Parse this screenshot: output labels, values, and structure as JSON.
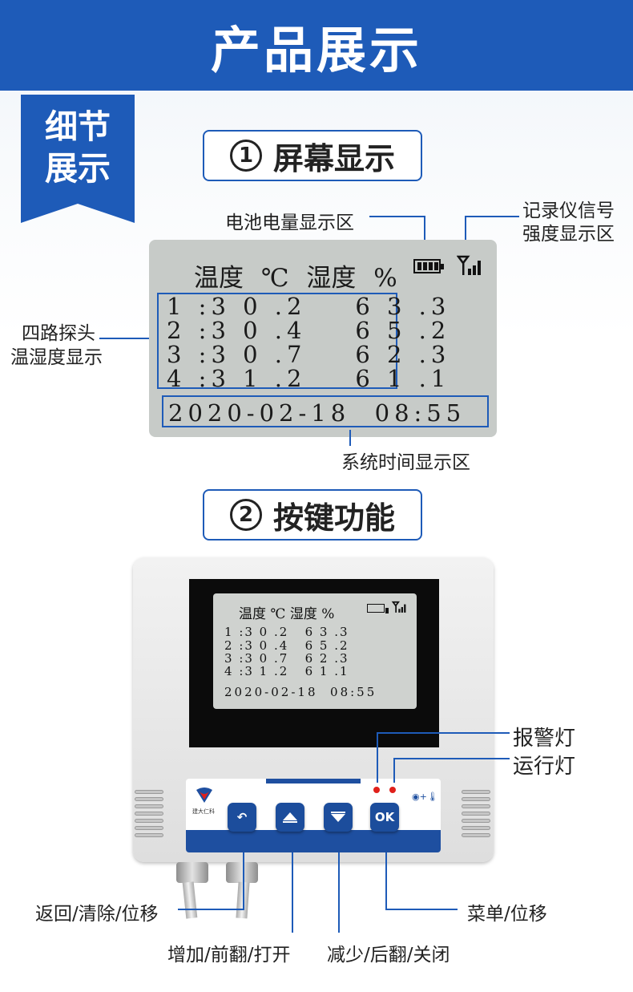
{
  "banner": {
    "title": "产品展示"
  },
  "badge": {
    "line1": "细节",
    "line2": "展示"
  },
  "section1": {
    "number": "1",
    "title": "屏幕显示"
  },
  "section2": {
    "number": "2",
    "title": "按键功能"
  },
  "callouts": {
    "battery": "电池电量显示区",
    "signal_line1": "记录仪信号",
    "signal_line2": "强度显示区",
    "probes_line1": "四路探头",
    "probes_line2": "温湿度显示",
    "time": "系统时间显示区",
    "alarm_led": "报警灯",
    "run_led": "运行灯",
    "back": "返回/清除/位移",
    "up": "增加/前翻/打开",
    "down": "减少/后翻/关闭",
    "menu": "菜单/位移"
  },
  "lcd": {
    "temp_label": "温度",
    "temp_unit": "℃",
    "hum_label": "湿度",
    "hum_unit": "%",
    "rows": [
      {
        "probe": "1",
        "temp": "3 0 .2",
        "hum": "6 3 .3"
      },
      {
        "probe": "2",
        "temp": "3 0 .4",
        "hum": "6 5 .2"
      },
      {
        "probe": "3",
        "temp": "3 0 .7",
        "hum": "6 2 .3"
      },
      {
        "probe": "4",
        "temp": "3 1 .2",
        "hum": "6 1 .1"
      }
    ],
    "datetime": "2020-02-18  08:55",
    "battery_icon": "battery-icon",
    "signal_icon": "signal-icon"
  },
  "device": {
    "ok_label": "OK",
    "brand_text": "建大仁科",
    "colors": {
      "accent": "#1e5bb8",
      "button": "#1c4d9c",
      "led": "#e0201b"
    }
  }
}
